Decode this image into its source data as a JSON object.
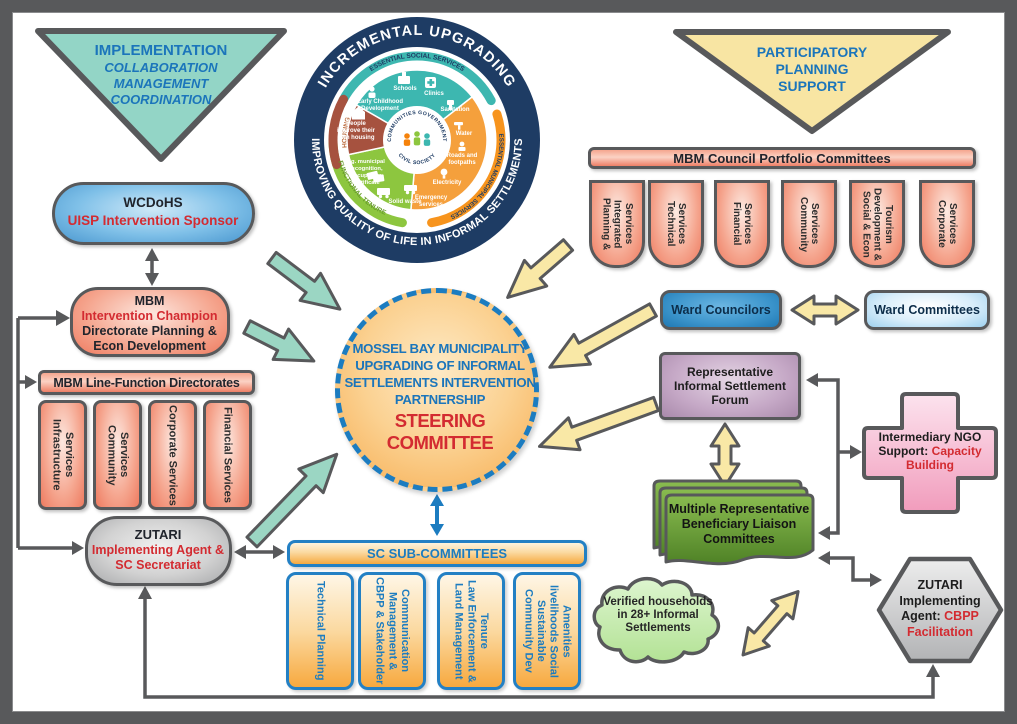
{
  "colors": {
    "border_gray": "#58595b",
    "accent_blue": "#1b75bb",
    "accent_red": "#d32b31",
    "teal_arrow": "#9bd6c3",
    "yellow_arrow": "#f9e8a6",
    "navy_ring": "#1e3c64",
    "teal_seg": "#3db7b0",
    "orange_seg": "#f5a03c",
    "green_seg": "#8dc63f",
    "maroon_seg": "#a6523f"
  },
  "triangles": {
    "implementation": {
      "title": "IMPLEMENTATION",
      "line1": "COLLABORATION",
      "line2": "MANAGEMENT",
      "line3": "COORDINATION"
    },
    "participatory": {
      "line1": "PARTICIPATORY",
      "line2": "PLANNING",
      "line3": "SUPPORT"
    }
  },
  "infographic": {
    "outer_top": "INCREMENTAL UPGRADING",
    "outer_bottom": "IMPROVING QUALITY OF LIFE IN INFORMAL SETTLEMENTS",
    "arcs": [
      {
        "label": "ESSENTIAL SOCIAL SERVICES"
      },
      {
        "label": "ESSENTIAL MUNICIPAL SERVICES"
      },
      {
        "label": "FUNCTIONAL TENURE"
      },
      {
        "label": "HOUSING"
      }
    ],
    "segments": {
      "social": [
        "Early Childhood Development",
        "Schools",
        "Clinics"
      ],
      "municipal": [
        "Sanitation",
        "Water",
        "Roads and footpaths",
        "Electricity",
        "Emergency services"
      ],
      "tenure": [
        "Eg. municipal recognition, occupation certificate",
        "Solid waste"
      ],
      "housing": [
        "People improve their own housing"
      ]
    },
    "icons": [
      "early-childhood-development",
      "schools",
      "clinics",
      "sanitation",
      "water",
      "roads-and-footpaths",
      "electricity",
      "emergency-services",
      "solid-waste",
      "housing",
      "tenure-documents",
      "community-people"
    ],
    "center": {
      "top": "COMMUNITIES GOVERNMENT",
      "bottom": "CIVIL SOCIETY"
    }
  },
  "left_column": {
    "wcdohs": {
      "line1": "WCDoHS",
      "line2": "UISP Intervention Sponsor"
    },
    "champion": {
      "line1": "MBM",
      "line2": "Intervention Champion",
      "line3": "Directorate Planning &",
      "line4": "Econ Development"
    },
    "directorates": {
      "header": "MBM Line-Function Directorates",
      "items": [
        "Infrastructure Services",
        "Community Services",
        "Corporate Services",
        "Financial Services"
      ]
    },
    "zutari": {
      "line1": "ZUTARI",
      "line2": "Implementing Agent &",
      "line3": "SC Secretariat"
    }
  },
  "center_column": {
    "steering": {
      "blue_lines": [
        "MOSSEL BAY MUNICIPALITY",
        "UPGRADING OF INFORMAL",
        "SETTLEMENTS INTERVENTION",
        "PARTNERSHIP"
      ],
      "red_line": "STEERING COMMITTEE"
    },
    "subcommittees": {
      "header": "SC SUB-COMMITTEES",
      "items": [
        "Technical Planning",
        "CBPP & Stakeholder Management & Communication",
        "Land Management Law Enforcement & Tenure",
        "Community Dev Sustainable livelihoods Social Amenities"
      ]
    }
  },
  "right_column": {
    "portfolio": {
      "header": "MBM Council Portfolio Committees",
      "items": [
        "Planning & Integrated Services",
        "Technical Services",
        "Financial Services",
        "Community Services",
        "Social & Econ Development & Tourism",
        "Corporate Services"
      ]
    },
    "ward_councilors": "Ward Councilors",
    "ward_committees": "Ward Committees",
    "forum": "Representative Informal Settlement Forum",
    "ngo": {
      "dark": "Intermediary NGO Support:",
      "red": "Capacity Building"
    },
    "liaison": "Multiple Representative Beneficiary Liaison Committees",
    "cloud": "Verified households in 28+ Informal Settlements",
    "zutari_hex": {
      "line1": "ZUTARI",
      "line2": "Implementing",
      "line3_dark": "Agent:",
      "line3_red": "CBPP",
      "line4_red": "Facilitation"
    }
  }
}
